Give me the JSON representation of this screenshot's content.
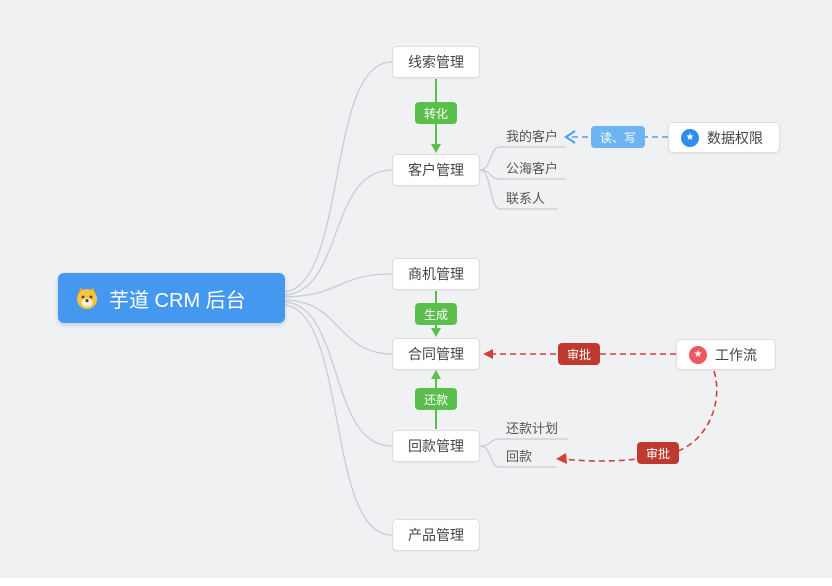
{
  "root": {
    "label": "芋道 CRM 后台"
  },
  "nodes": {
    "leads": {
      "label": "线索管理"
    },
    "customers": {
      "label": "客户管理"
    },
    "opportunities": {
      "label": "商机管理"
    },
    "contracts": {
      "label": "合同管理"
    },
    "receivables": {
      "label": "回款管理"
    },
    "products": {
      "label": "产品管理"
    }
  },
  "customer_children": [
    {
      "label": "我的客户"
    },
    {
      "label": "公海客户"
    },
    {
      "label": "联系人"
    }
  ],
  "receivable_children": [
    {
      "label": "还款计划"
    },
    {
      "label": "回款"
    }
  ],
  "flow_badges": {
    "convert": {
      "label": "转化"
    },
    "generate": {
      "label": "生成"
    },
    "repay": {
      "label": "还款"
    },
    "read_write": {
      "label": "读、写"
    },
    "approve_contract": {
      "label": "审批"
    },
    "approve_receivable": {
      "label": "审批"
    }
  },
  "side_nodes": {
    "data_permission": {
      "label": "数据权限"
    },
    "workflow": {
      "label": "工作流"
    }
  },
  "icons": {
    "star_glyph": "★",
    "dog": "dog-icon"
  },
  "colors": {
    "canvas_bg": "#f0f1f3",
    "root_bg": "#4498f0",
    "green": "#5abf4b",
    "red_badge": "#c0392e",
    "red_line": "#d2413c",
    "blue_badge": "#6db4f0",
    "blue_line": "#4a9ef5",
    "star_blue": "#2f8df2",
    "star_red": "#ee5862",
    "edge_gray": "#c9cdd2"
  }
}
